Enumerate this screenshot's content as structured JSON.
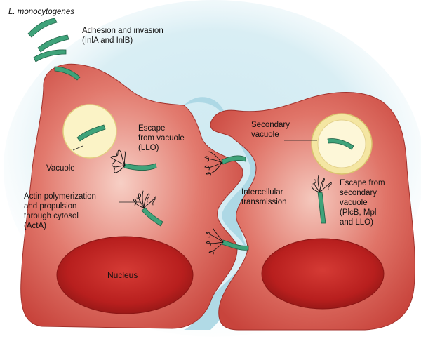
{
  "labels": {
    "organism": "L. monocytogenes",
    "adhesion_line1": "Adhesion and invasion",
    "adhesion_line2": "(InlA and InlB)",
    "escape_line1": "Escape",
    "escape_line2": "from vacuole",
    "escape_line3": "(LLO)",
    "vacuole": "Vacuole",
    "actin_line1": "Actin polymerization",
    "actin_line2": "and propulsion",
    "actin_line3": "through cytosol",
    "actin_line4": "(ActA)",
    "nucleus_left": "Nucleus",
    "secondary_line1": "Secondary",
    "secondary_line2": "vacuole",
    "intercellular_line1": "Intercellular",
    "intercellular_line2": "transmission",
    "escape2_line1": "Escape from",
    "escape2_line2": "secondary",
    "escape2_line3": "vacuole",
    "escape2_line4": "(PlcB, Mpl",
    "escape2_line5": "and LLO)"
  },
  "colors": {
    "cell": "#cf4a42",
    "cell_edge": "#a3322c",
    "nucleus": "#b81f1e",
    "extracellular": "#a9d6e3",
    "bacterium": "#3fa37a",
    "vacuole_fill": "#fbf3c6",
    "vacuole_ring": "#e9d98a"
  }
}
